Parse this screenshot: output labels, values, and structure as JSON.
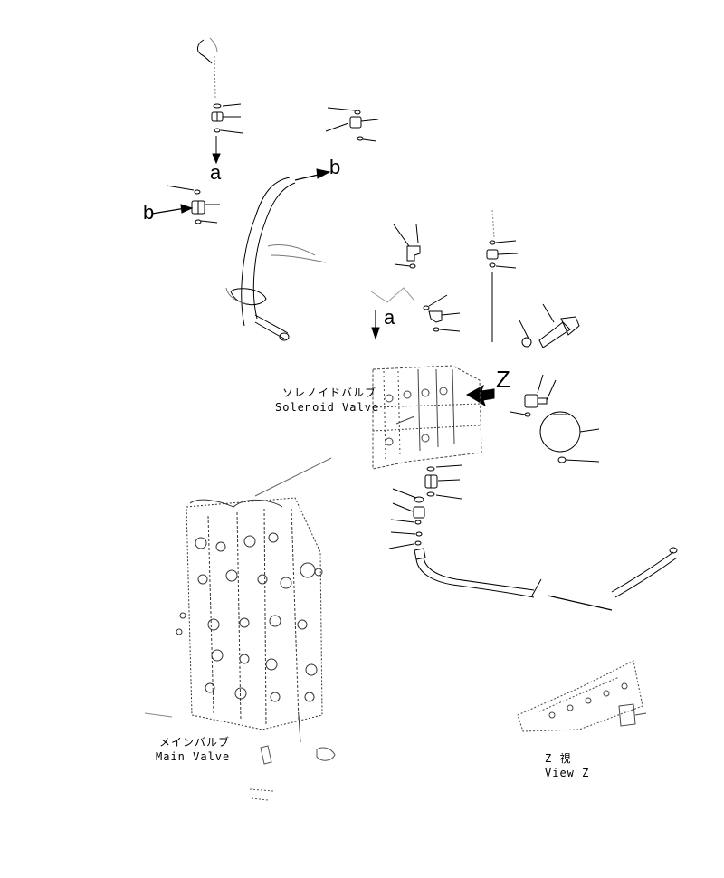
{
  "callouts": {
    "a": "a",
    "b": "b",
    "z": "Z"
  },
  "captions": {
    "solenoid_valve_jp": "ソレノイドバルブ",
    "solenoid_valve_en": "Solenoid Valve",
    "main_valve_jp": "メインバルブ",
    "main_valve_en": "Main Valve",
    "view_z_jp": "Z 視",
    "view_z_en": "View Z"
  }
}
